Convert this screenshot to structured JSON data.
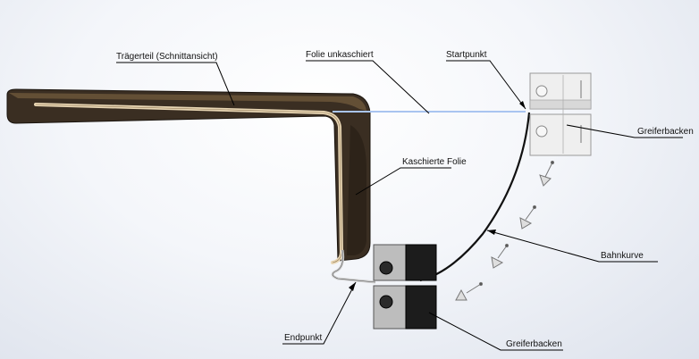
{
  "labels": {
    "traegerteil": "Trägerteil (Schnittansicht)",
    "folie_unkaschiert": "Folie unkaschiert",
    "startpunkt": "Startpunkt",
    "greiferbacken_top": "Greiferbacken",
    "kaschierte_folie": "Kaschierte Folie",
    "bahnkurve": "Bahnkurve",
    "endpunkt": "Endpunkt",
    "greiferbacken_bottom": "Greiferbacken"
  },
  "colors": {
    "carrier_dark": "#3a2e22",
    "carrier_mid": "#6b5538",
    "foil_tan": "#e8d6b4",
    "foil_blue": "#a9c4f0",
    "gripper_light": "#bdbdbd",
    "gripper_dark": "#1c1c1c",
    "curve": "#111111"
  }
}
